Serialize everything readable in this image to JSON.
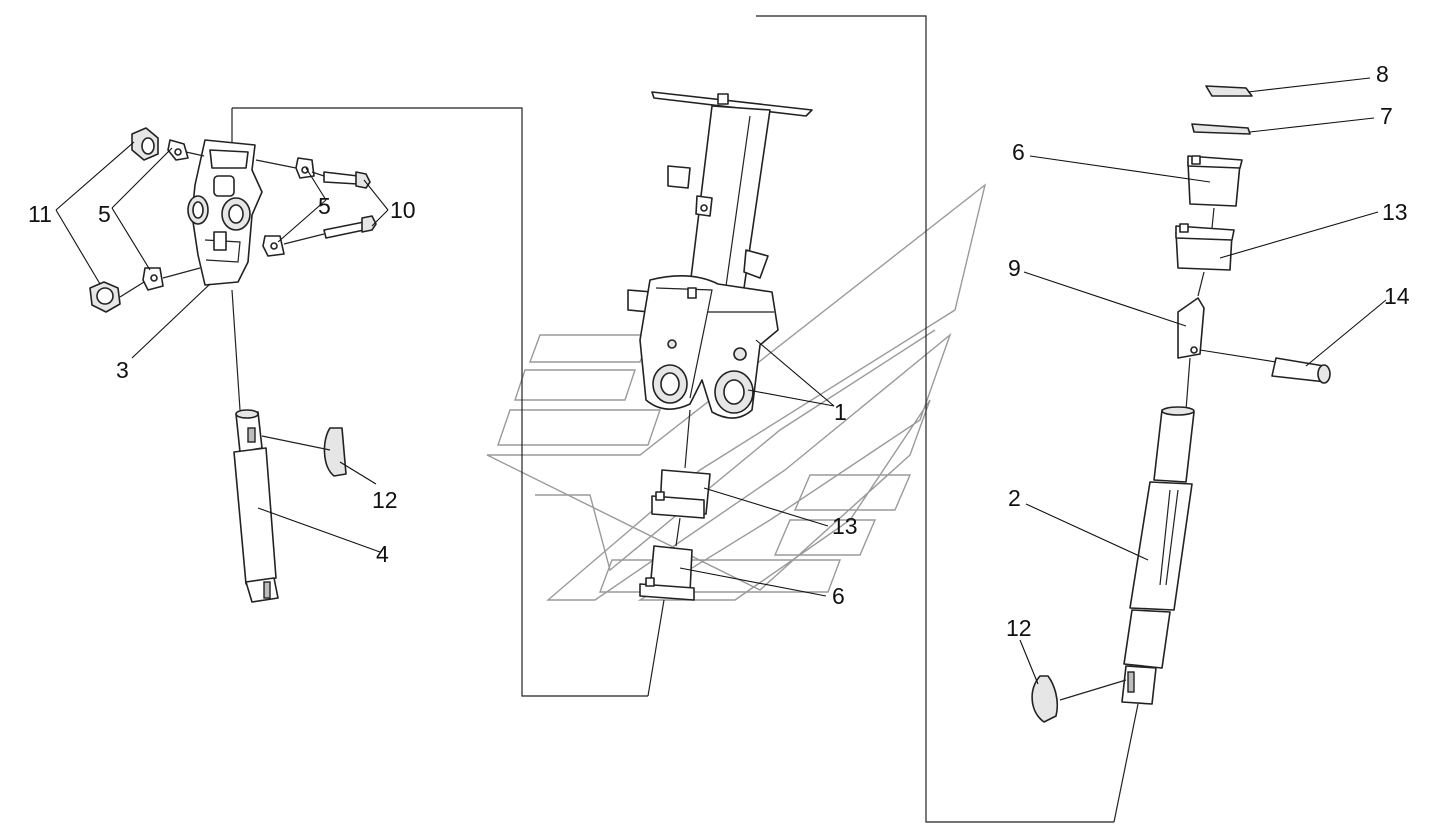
{
  "diagram": {
    "callouts": [
      {
        "id": "c11",
        "text": "11"
      },
      {
        "id": "c5a",
        "text": "5"
      },
      {
        "id": "c5b",
        "text": "5"
      },
      {
        "id": "c10",
        "text": "10"
      },
      {
        "id": "c3",
        "text": "3"
      },
      {
        "id": "c12a",
        "text": "12"
      },
      {
        "id": "c4",
        "text": "4"
      },
      {
        "id": "c1",
        "text": "1"
      },
      {
        "id": "c13a",
        "text": "13"
      },
      {
        "id": "c6a",
        "text": "6"
      },
      {
        "id": "c8",
        "text": "8"
      },
      {
        "id": "c7",
        "text": "7"
      },
      {
        "id": "c6b",
        "text": "6"
      },
      {
        "id": "c13b",
        "text": "13"
      },
      {
        "id": "c9",
        "text": "9"
      },
      {
        "id": "c14",
        "text": "14"
      },
      {
        "id": "c2",
        "text": "2"
      },
      {
        "id": "c12b",
        "text": "12"
      }
    ]
  }
}
